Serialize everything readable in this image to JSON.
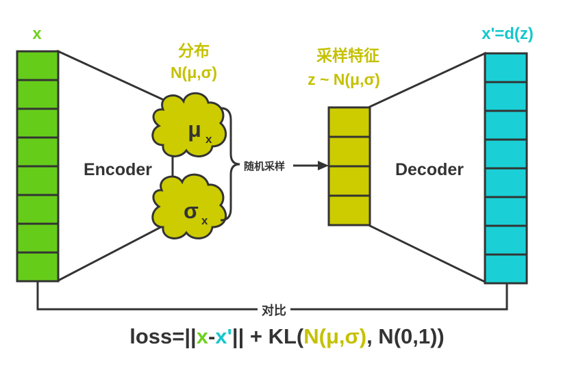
{
  "colors": {
    "input": "#66cc1a",
    "output": "#1ad0d6",
    "latent": "#cccc00",
    "label_green": "#6fd11e",
    "label_cyan": "#16c7cc",
    "label_olive": "#c4c100",
    "line": "#333333"
  },
  "input": {
    "label": "x",
    "cells": 8
  },
  "output": {
    "label": "x'=d(z)",
    "cells": 8
  },
  "latent": {
    "cells": 4
  },
  "encoder": {
    "label": "Encoder"
  },
  "decoder": {
    "label": "Decoder"
  },
  "distribution": {
    "title": "分布",
    "subtitle": "N(μ,σ)"
  },
  "sampled_feature": {
    "title": "采样特征",
    "subtitle": "z ~ N(μ,σ)"
  },
  "mu_node": {
    "symbol": "μ",
    "subscript": "x"
  },
  "sigma_node": {
    "symbol": "σ",
    "subscript": "x"
  },
  "random_sampling": {
    "label": "随机采样"
  },
  "compare": {
    "label": "对比"
  },
  "loss": {
    "prefix": "loss=||",
    "x": "x",
    "dash": "-",
    "x_prime": "x'",
    "middle": "|| + KL(",
    "dist": "N(μ,σ)",
    "suffix": ", N(0,1))"
  }
}
